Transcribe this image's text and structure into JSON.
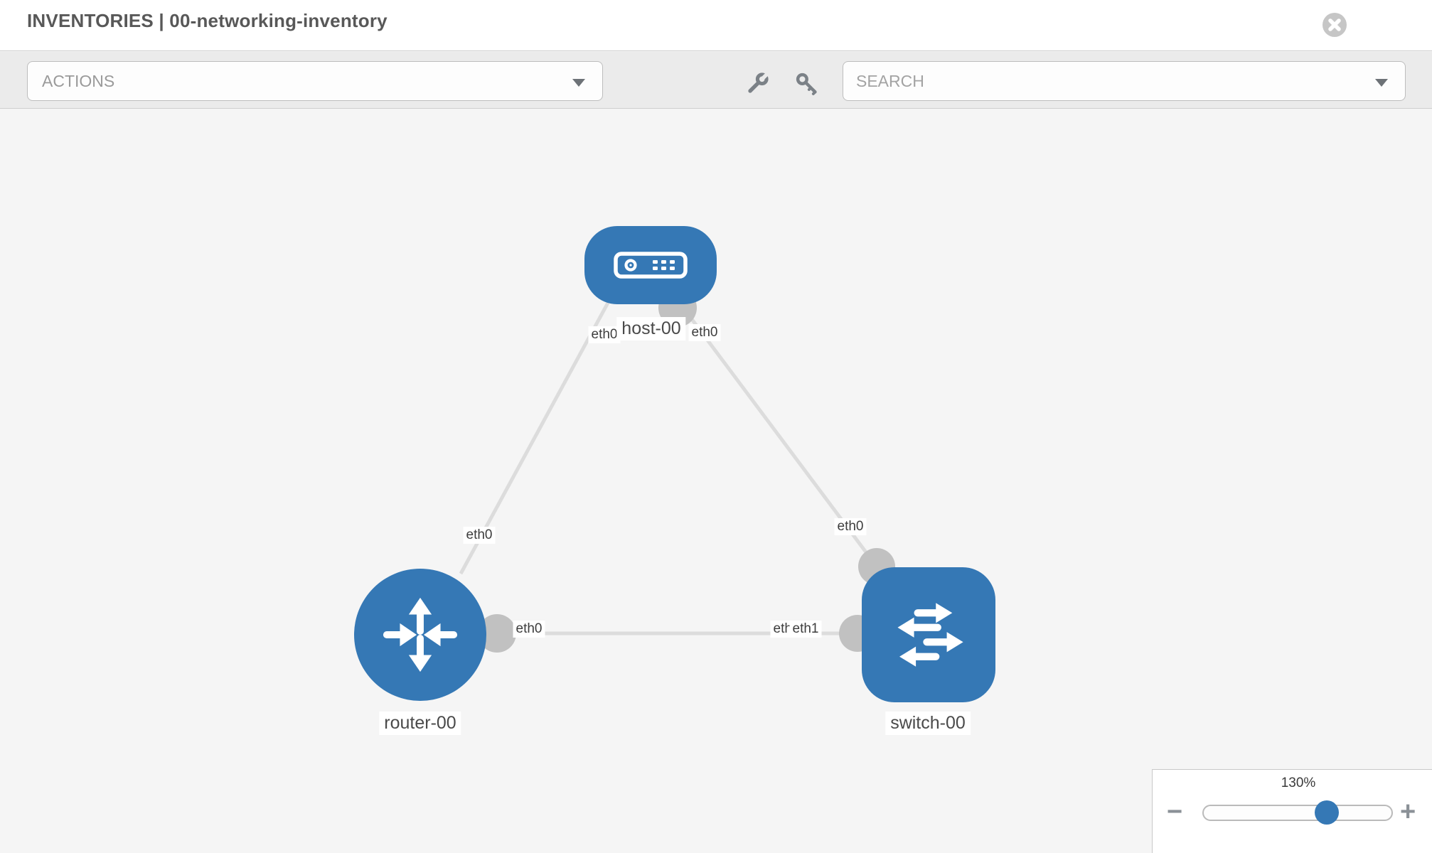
{
  "window": {
    "title": "INVENTORIES | 00-networking-inventory"
  },
  "toolbar": {
    "actions_label": "ACTIONS",
    "search_placeholder": "SEARCH",
    "icons": [
      "wrench-icon",
      "key-icon"
    ]
  },
  "colors": {
    "node_blue": "#3578b5",
    "link_gray": "#dcdcdc",
    "interface_dot_gray": "#c1c1c1",
    "canvas_bg": "#f5f5f5",
    "toolbar_bg": "#ebebeb"
  },
  "topology": {
    "nodes": [
      {
        "id": "host-00",
        "label": "host-00",
        "type": "host",
        "icon": "host-icon"
      },
      {
        "id": "router-00",
        "label": "router-00",
        "type": "router",
        "icon": "router-icon"
      },
      {
        "id": "switch-00",
        "label": "switch-00",
        "type": "switch",
        "icon": "switch-icon"
      }
    ],
    "links": [
      {
        "source": "host-00",
        "target": "router-00",
        "source_interface": "eth0",
        "target_interface": "eth0"
      },
      {
        "source": "host-00",
        "target": "switch-00",
        "source_interface": "eth0",
        "target_interface": "eth0"
      },
      {
        "source": "router-00",
        "target": "switch-00",
        "source_interface": "eth0",
        "target_interface": "eth1"
      }
    ],
    "interface_labels": {
      "link1_host": "eth0",
      "link1_router": "eth0",
      "link2_host": "eth0",
      "link2_switch": "eth0",
      "link3_router": "eth0",
      "link3_switch_hidden": "eth0",
      "link3_switch": "eth1"
    }
  },
  "zoom_control": {
    "value": "130%",
    "minus_label": "−",
    "plus_label": "+"
  }
}
